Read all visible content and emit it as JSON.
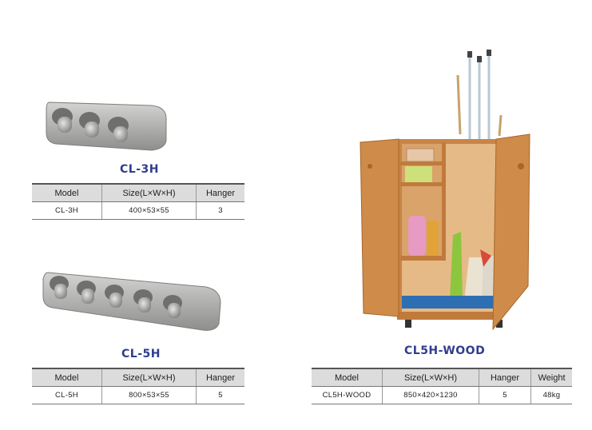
{
  "products": [
    {
      "title": "CL-3H",
      "headers": [
        "Model",
        "Size(L×W×H)",
        "Hanger"
      ],
      "rows": [
        [
          "CL-3H",
          "400×53×55",
          "3"
        ]
      ]
    },
    {
      "title": "CL-5H",
      "headers": [
        "Model",
        "Size(L×W×H)",
        "Hanger"
      ],
      "rows": [
        [
          "CL-5H",
          "800×53×55",
          "5"
        ]
      ]
    },
    {
      "title": "CL5H-WOOD",
      "headers": [
        "Model",
        "Size(L×W×H)",
        "Hanger",
        "Weight"
      ],
      "rows": [
        [
          "CL5H-WOOD",
          "850×420×1230",
          "5",
          "48kg"
        ]
      ]
    }
  ],
  "colors": {
    "title": "#2f3d8f",
    "rack_grey": "#b3b4b1",
    "wood": "#d08c4e",
    "header_bg": "#dcdcdc"
  }
}
